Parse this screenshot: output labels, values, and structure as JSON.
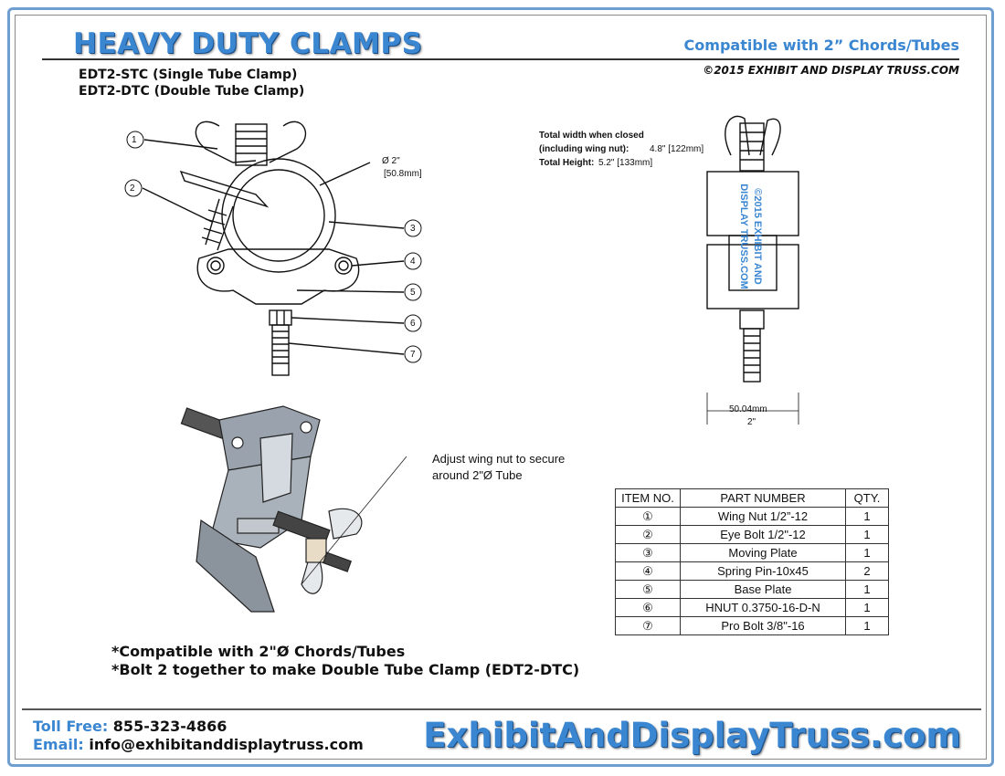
{
  "header": {
    "title": "HEAVY DUTY CLAMPS",
    "compat": "Compatible with 2” Chords/Tubes",
    "copyright": "©2015 EXHIBIT AND DISPLAY TRUSS.COM",
    "model_1": "EDT2-STC (Single Tube Clamp)",
    "model_2": "EDT2-DTC (Double Tube Clamp)"
  },
  "front_view": {
    "diameter": "Ø 2\"",
    "diameter_mm": "[50.8mm]",
    "callouts": [
      "1",
      "2",
      "3",
      "4",
      "5",
      "6",
      "7"
    ]
  },
  "side_view": {
    "width_label_1": "Total width when closed",
    "width_label_2": "(including wing nut):",
    "width_value": "4.8\" [122mm]",
    "height_label": "Total Height:",
    "height_value": "5.2\" [133mm]",
    "watermark": "©2015 EXHIBIT AND DISPLAY TRUSS.COM",
    "base_mm": "50.04mm",
    "base_in": "2\""
  },
  "iso_view": {
    "note_1": "Adjust wing nut to secure",
    "note_2": "around 2\"Ø Tube"
  },
  "parts_table": {
    "headers": [
      "ITEM NO.",
      "PART NUMBER",
      "QTY."
    ],
    "rows": [
      {
        "item": "①",
        "part": "Wing Nut 1/2”-12",
        "qty": "1"
      },
      {
        "item": "②",
        "part": "Eye Bolt 1/2\"-12",
        "qty": "1"
      },
      {
        "item": "③",
        "part": "Moving Plate",
        "qty": "1"
      },
      {
        "item": "④",
        "part": "Spring Pin-10x45",
        "qty": "2"
      },
      {
        "item": "⑤",
        "part": "Base Plate",
        "qty": "1"
      },
      {
        "item": "⑥",
        "part": "HNUT 0.3750-16-D-N",
        "qty": "1"
      },
      {
        "item": "⑦",
        "part": "Pro Bolt 3/8\"-16",
        "qty": "1"
      }
    ]
  },
  "notes": {
    "note_1": "*Compatible with 2\"Ø Chords/Tubes",
    "note_2": "*Bolt 2 together to make Double Tube Clamp (EDT2-DTC)"
  },
  "footer": {
    "toll_label": "Toll Free:",
    "toll_value": "855-323-4866",
    "email_label": "Email:",
    "email_value": "info@exhibitanddisplaytruss.com",
    "website": "ExhibitAndDisplayTruss.com"
  },
  "colors": {
    "accent": "#3a86d1",
    "frame": "#6f9fd0"
  }
}
